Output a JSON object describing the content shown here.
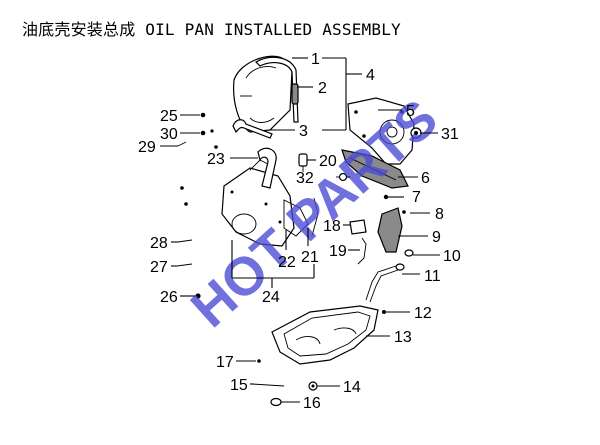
{
  "title": "油底壳安装总成 OIL PAN INSTALLED ASSEMBLY",
  "watermark": "HOT PARTS",
  "watermark_color": "#4a4ad6",
  "callouts": {
    "c1": "1",
    "c2": "2",
    "c3": "3",
    "c4": "4",
    "c5": "5",
    "c6": "6",
    "c7": "7",
    "c8": "8",
    "c9": "9",
    "c10": "10",
    "c11": "11",
    "c12": "12",
    "c13": "13",
    "c14": "14",
    "c15": "15",
    "c16": "16",
    "c17": "17",
    "c18": "18",
    "c19": "19",
    "c20": "20",
    "c21": "21",
    "c22": "22",
    "c23": "23",
    "c24": "24",
    "c25": "25",
    "c26": "26",
    "c27": "27",
    "c28": "28",
    "c29": "29",
    "c30": "30",
    "c31": "31",
    "c32": "32"
  }
}
